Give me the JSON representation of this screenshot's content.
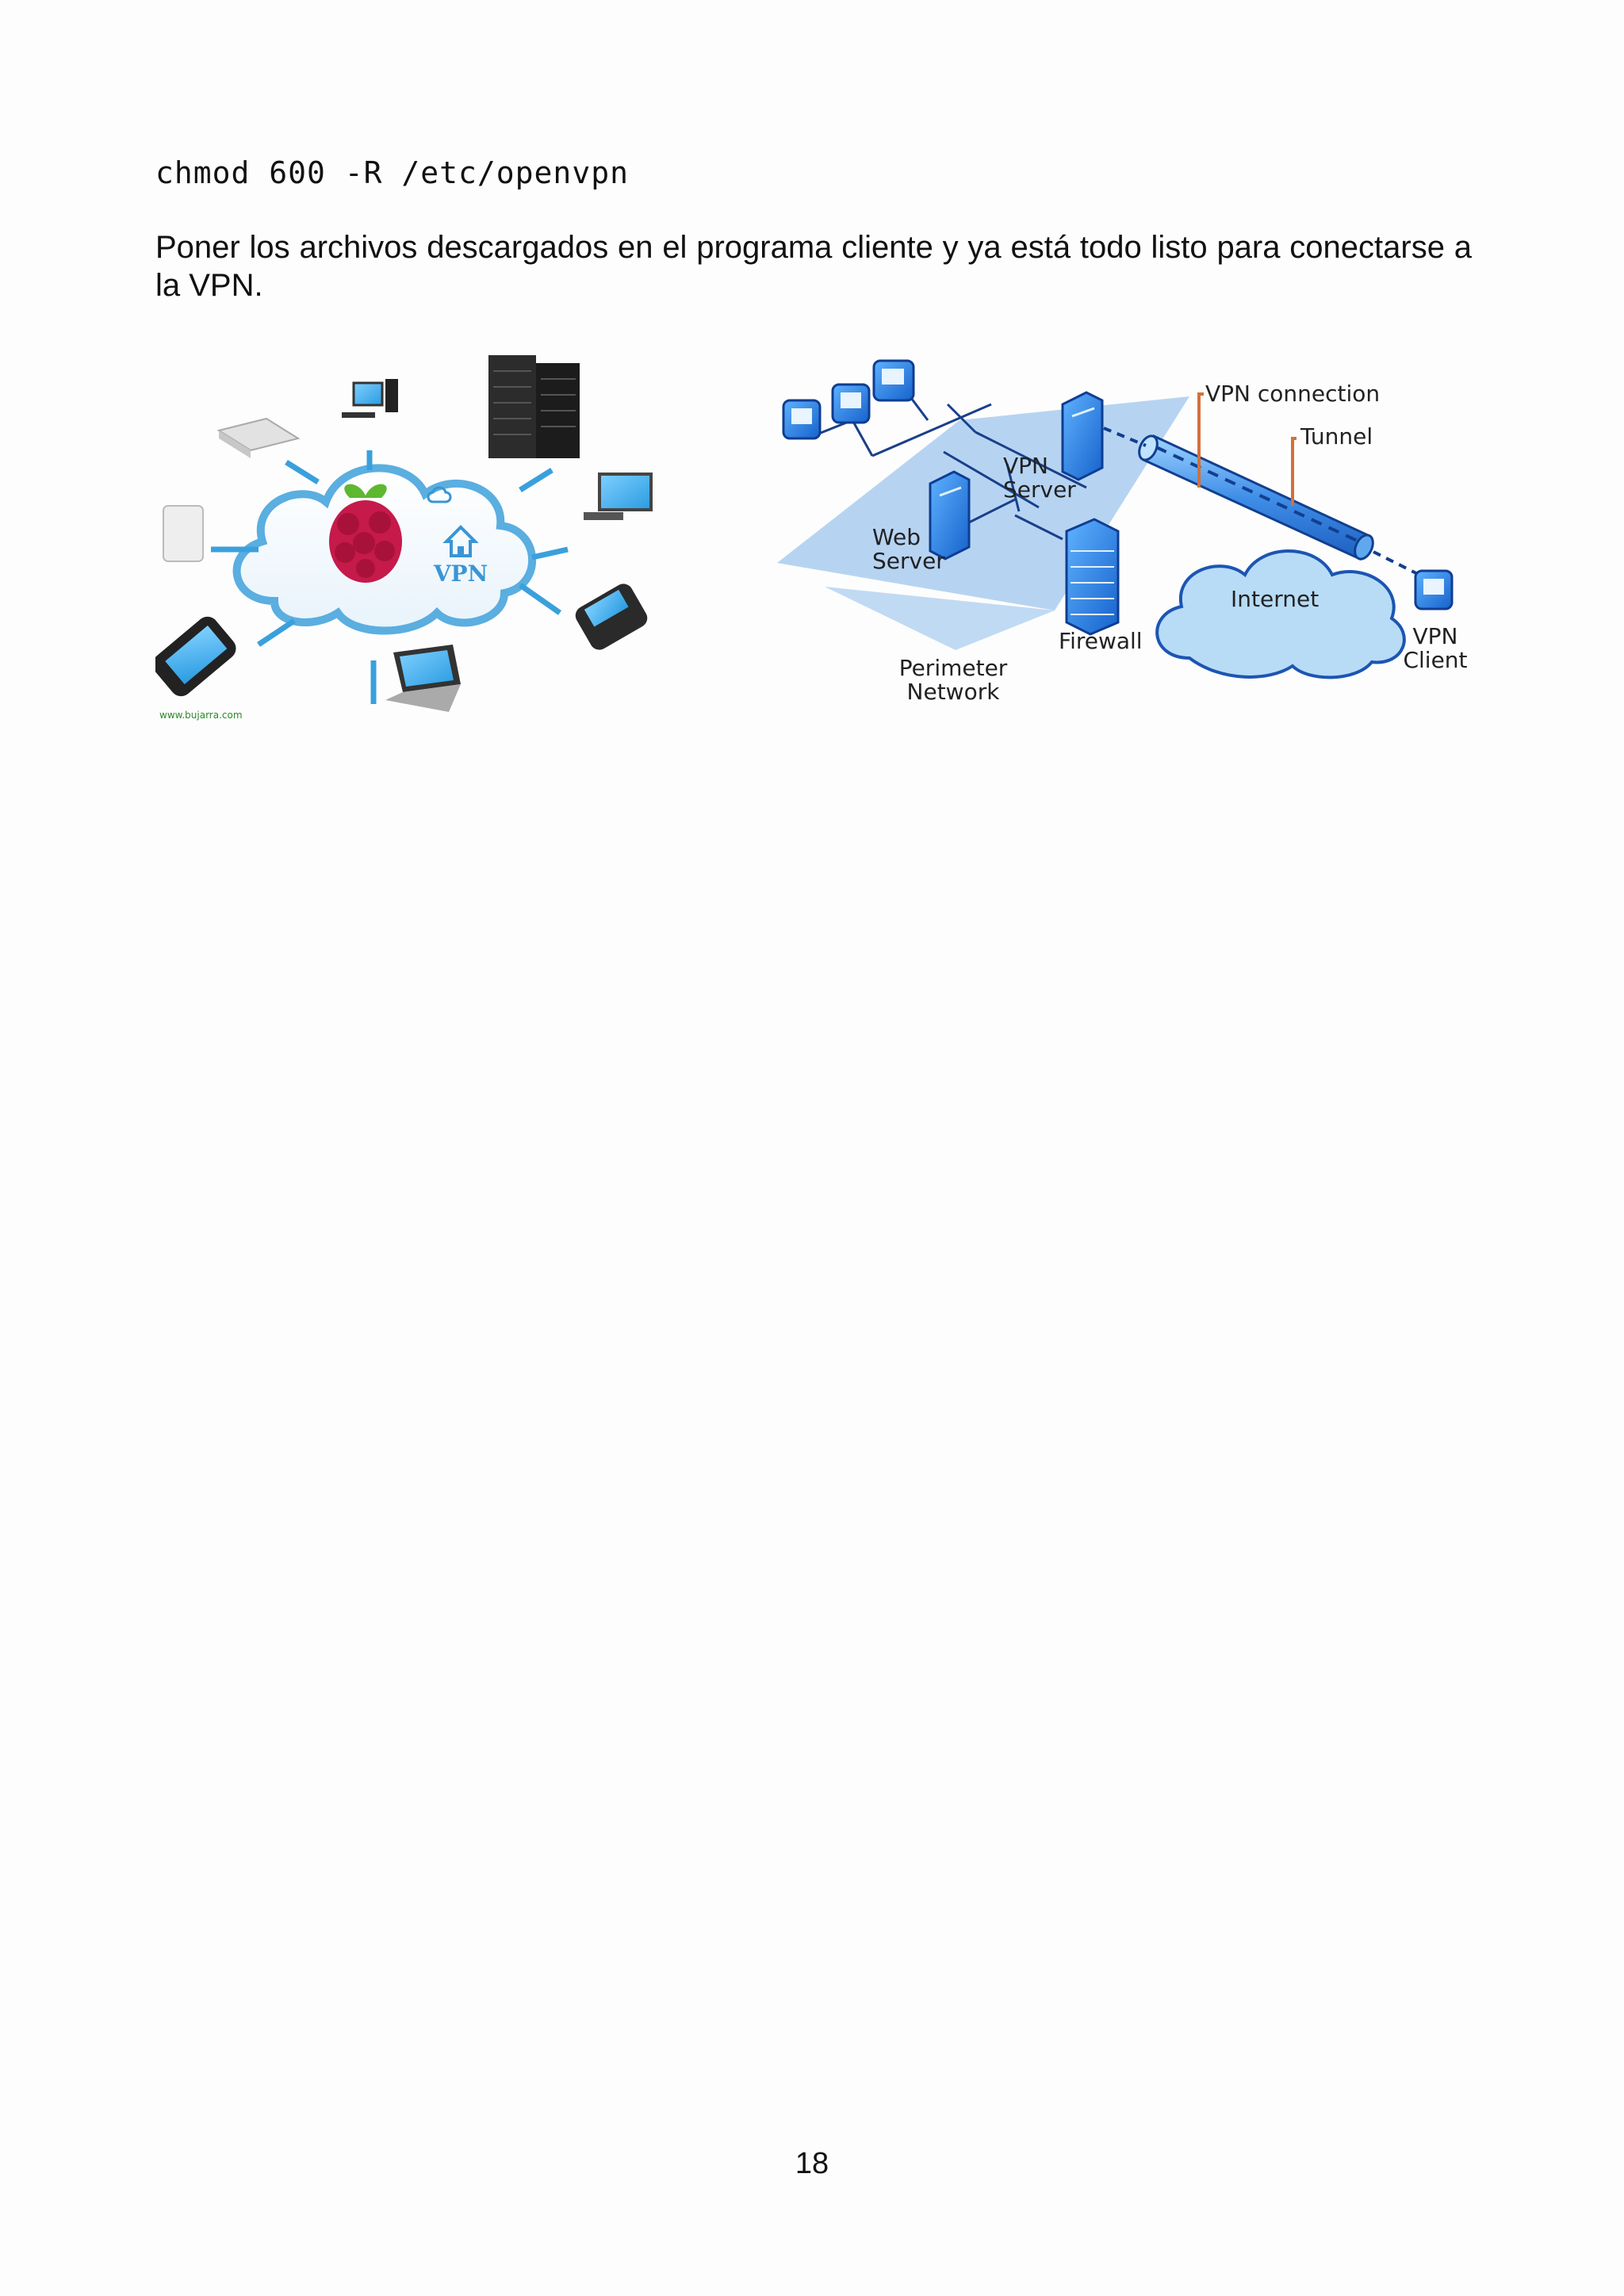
{
  "code_line": "chmod 600 -R /etc/openvpn",
  "paragraph": "Poner los archivos descargados en el programa cliente y ya está todo listo para conectarse a la VPN.",
  "figure_left": {
    "cloud_label": "VPN",
    "watermark": "www.bujarra.com"
  },
  "figure_right": {
    "labels": {
      "vpn_connection": "VPN connection",
      "tunnel": "Tunnel",
      "vpn_server": [
        "VPN",
        "Server"
      ],
      "web_server": [
        "Web",
        "Server"
      ],
      "firewall": "Firewall",
      "internet": "Internet",
      "vpn_client": [
        "VPN",
        "Client"
      ],
      "perimeter_network": [
        "Perimeter",
        "Network"
      ]
    }
  },
  "page_number": "18"
}
